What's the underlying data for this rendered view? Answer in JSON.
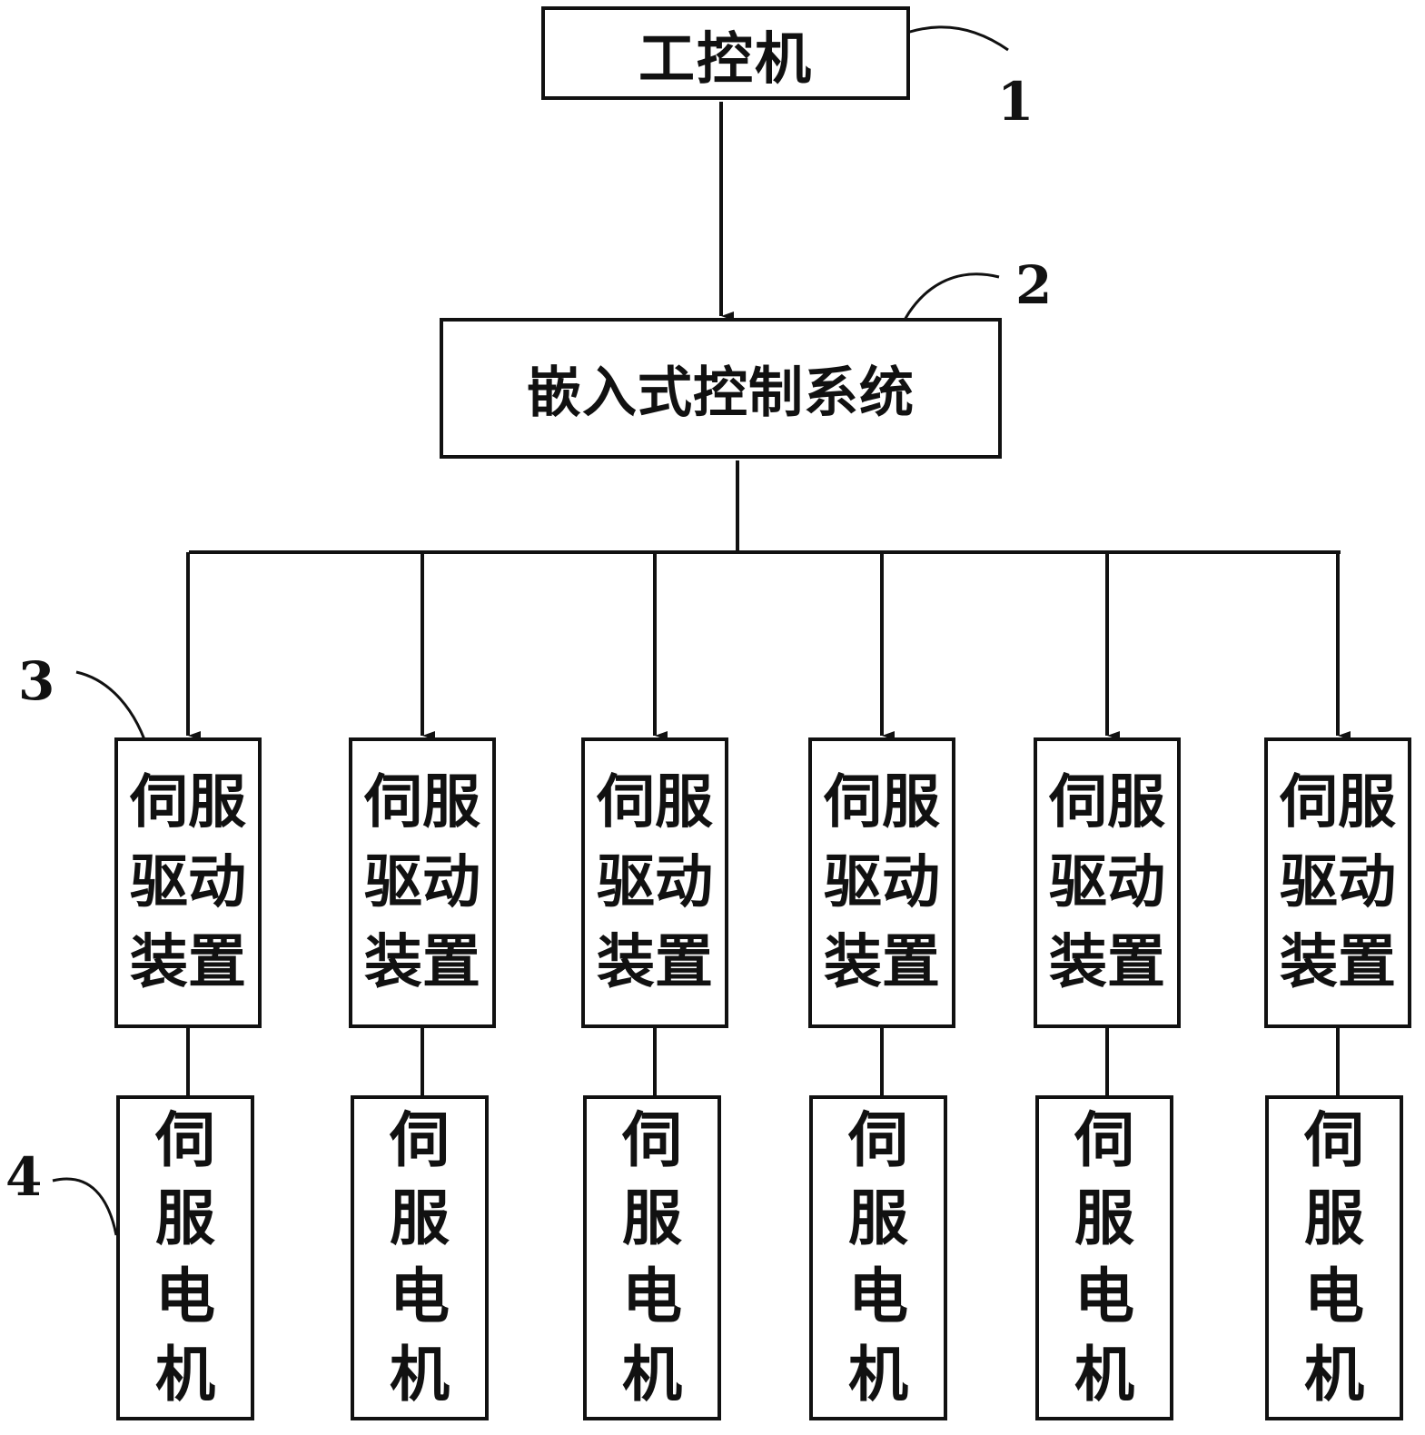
{
  "nodes": {
    "ipc": "工控机",
    "embedded": "嵌入式控制系统",
    "drives": [
      "伺服驱动装置",
      "伺服驱动装置",
      "伺服驱动装置",
      "伺服驱动装置",
      "伺服驱动装置",
      "伺服驱动装置"
    ],
    "motors": [
      "伺服电机",
      "伺服电机",
      "伺服电机",
      "伺服电机",
      "伺服电机",
      "伺服电机"
    ]
  },
  "refs": {
    "ipc": "1",
    "embedded": "2",
    "drive": "3",
    "motor": "4"
  },
  "edges": [
    {
      "from": "工控机",
      "to": "嵌入式控制系统",
      "arrow": true
    },
    {
      "from": "嵌入式控制系统",
      "to": "伺服驱动装置",
      "count": 6,
      "arrow": true
    },
    {
      "from": "伺服驱动装置",
      "to": "伺服电机",
      "count": 6,
      "arrow": false
    }
  ],
  "colors": {
    "line": "#111111",
    "fill": "#ffffff"
  }
}
